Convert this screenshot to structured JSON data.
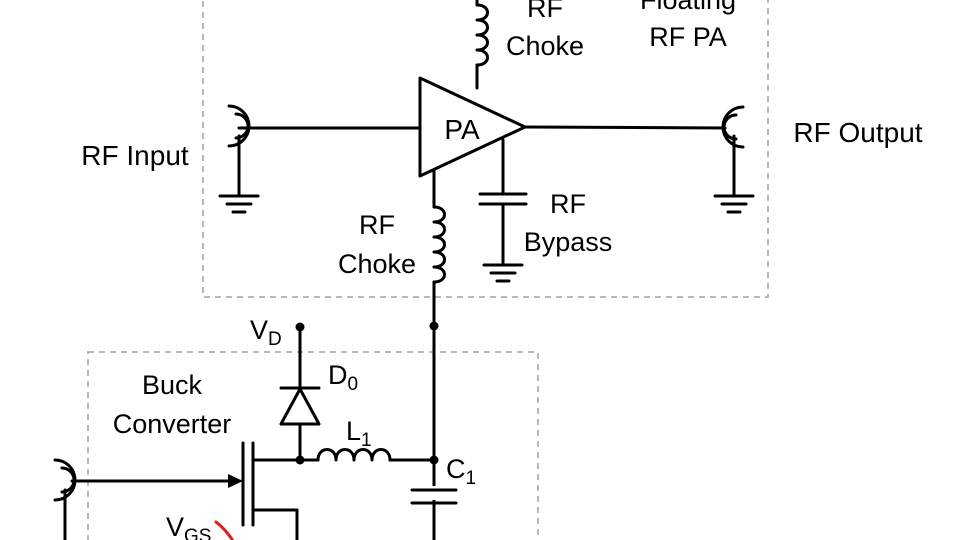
{
  "floating_block": {
    "title_line1": "Floating",
    "title_line2": "RF PA"
  },
  "buck_block": {
    "title_line1": "Buck",
    "title_line2": "Converter"
  },
  "labels": {
    "rf_input": "RF Input",
    "rf_output": "RF Output",
    "pa": "PA",
    "choke_top_1": "RF",
    "choke_top_2": "Choke",
    "choke_bottom_1": "RF",
    "choke_bottom_2": "Choke",
    "bypass_1": "RF",
    "bypass_2": "Bypass",
    "vd_main": "V",
    "vd_sub": "D",
    "d0_main": "D",
    "d0_sub": "0",
    "l1_main": "L",
    "l1_sub": "1",
    "c1_main": "C",
    "c1_sub": "1",
    "vgs_main": "V",
    "vgs_sub": "GS"
  },
  "colors": {
    "wire": "#000000",
    "dashed_box": "#b8b8b8",
    "annotation": "#e02020"
  }
}
